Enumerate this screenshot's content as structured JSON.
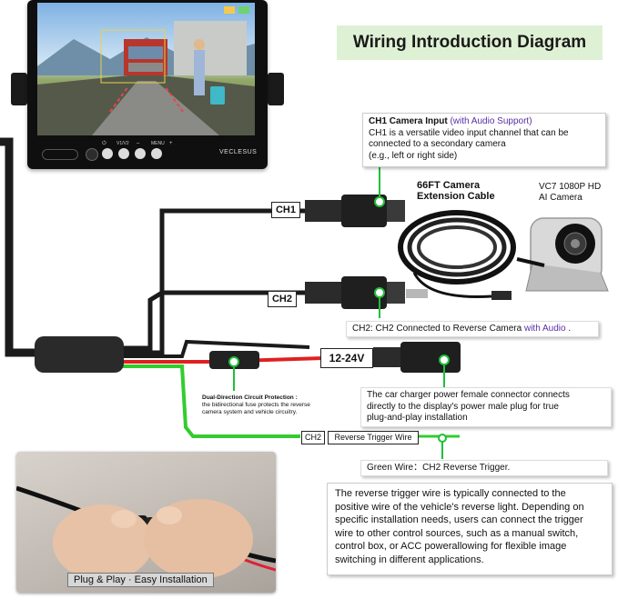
{
  "title": "Wiring Introduction Diagram",
  "monitor": {
    "brand": "VECLESUS",
    "button_labels": [
      "⏻",
      "V1/V2",
      "–",
      "MENU",
      "+"
    ]
  },
  "ch1_box": {
    "heading": "CH1 Camera Input",
    "heading_suffix": "(with Audio Support)",
    "lines": [
      "CH1 is a versatile video input channel that can be",
      "connected to a secondary camera",
      "(e.g., left or right side)"
    ]
  },
  "cable_label": {
    "line1": "66FT Camera",
    "line2": "Extension Cable"
  },
  "camera_label": {
    "line1": "VC7 1080P HD",
    "line2": "AI Camera"
  },
  "tags": {
    "ch1": "CH1",
    "ch2": "CH2",
    "voltage": "12-24V",
    "ch2_small": "CH2",
    "reverse_trigger": "Reverse Trigger Wire"
  },
  "ch2_note": {
    "prefix": "CH2: CH2 Connected to Reverse Camera",
    "suffix": "with Audio",
    "end": "."
  },
  "fuse_note": {
    "heading": "Dual-Direction Circuit Protection :",
    "line1": "the bidirectional fuse protects the reverse",
    "line2": "camera system and vehicle circuitry."
  },
  "power_note": {
    "line1": "The car charger power female connector connects",
    "line2": "directly to the display's power male plug for true",
    "line3": "plug-and-play installation"
  },
  "green_wire_note": "Green Wire：CH2 Reverse Trigger.",
  "trigger_desc": [
    "The reverse trigger wire is typically connected to the",
    "positive wire of the vehicle's reverse light. Depending on",
    "specific installation needs, users can connect the trigger",
    "wire to other control sources, such as a manual switch,",
    "control box, or ACC powerallowing for flexible image",
    "switching in different applications."
  ],
  "photo_caption": "Plug & Play · Easy Installation",
  "colors": {
    "title_bg": "#dff1d5",
    "accent_green": "#1fbf3a",
    "red_wire": "#e02020",
    "green_wire": "#33cc2e",
    "purple": "#5a2ea6"
  }
}
